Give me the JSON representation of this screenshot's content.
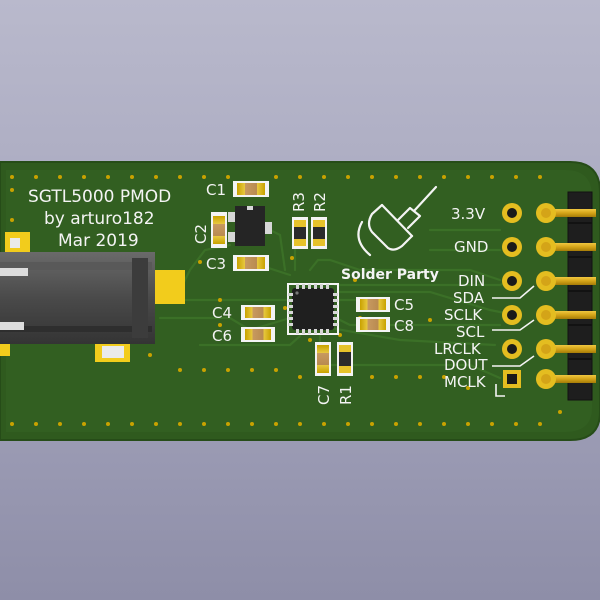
{
  "board": {
    "title": "SGTL5000 PMOD",
    "author": "by arturo182",
    "date": "Mar 2019",
    "logo_text": "Solder Party",
    "colors": {
      "pcb": "#2f5a1e",
      "pcb_edge": "#27501a",
      "silk": "#f4f4f4",
      "copper": "#c8a200",
      "trace": "#3a6d26",
      "header": "#1e1e1e",
      "background": "#a9a9c0"
    }
  },
  "components": {
    "c1": "C1",
    "c2": "C2",
    "c3": "C3",
    "c4": "C4",
    "c5": "C5",
    "c6": "C6",
    "c7": "C7",
    "c8": "C8",
    "r1": "R1",
    "r2": "R2",
    "r3": "R3"
  },
  "pins": {
    "p1": "3.3V",
    "p2": "GND",
    "p3": "DIN",
    "p4": "SDA",
    "p5": "SCLK",
    "p6": "SCL",
    "p7": "LRCLK",
    "p8": "DOUT",
    "p9": "MCLK"
  }
}
